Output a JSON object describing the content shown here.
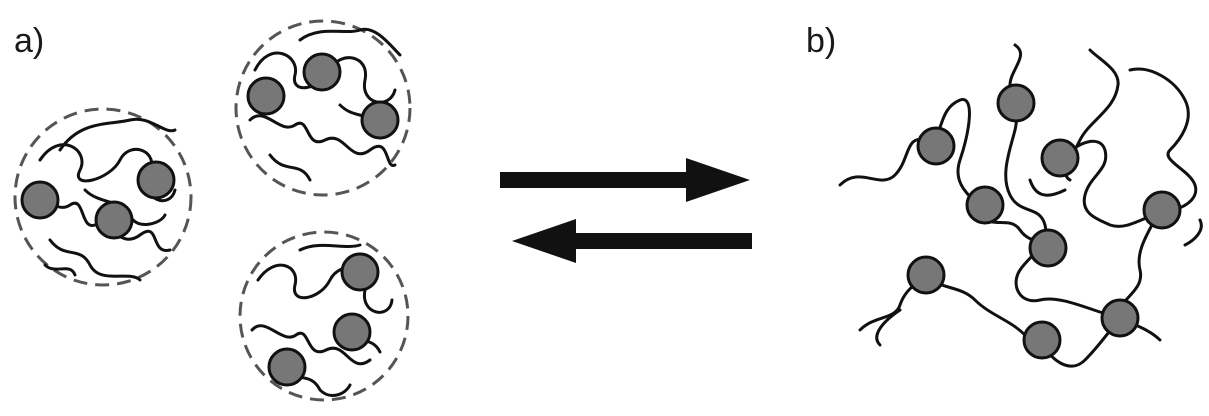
{
  "panels": {
    "a": {
      "label": "a)"
    },
    "b": {
      "label": "b)"
    }
  },
  "colors": {
    "bead_fill": "#777777",
    "line": "#111111",
    "dashed_boundary": "#555555",
    "background": "#ffffff"
  },
  "arrows": {
    "forward": "right-arrow",
    "reverse": "left-arrow"
  }
}
